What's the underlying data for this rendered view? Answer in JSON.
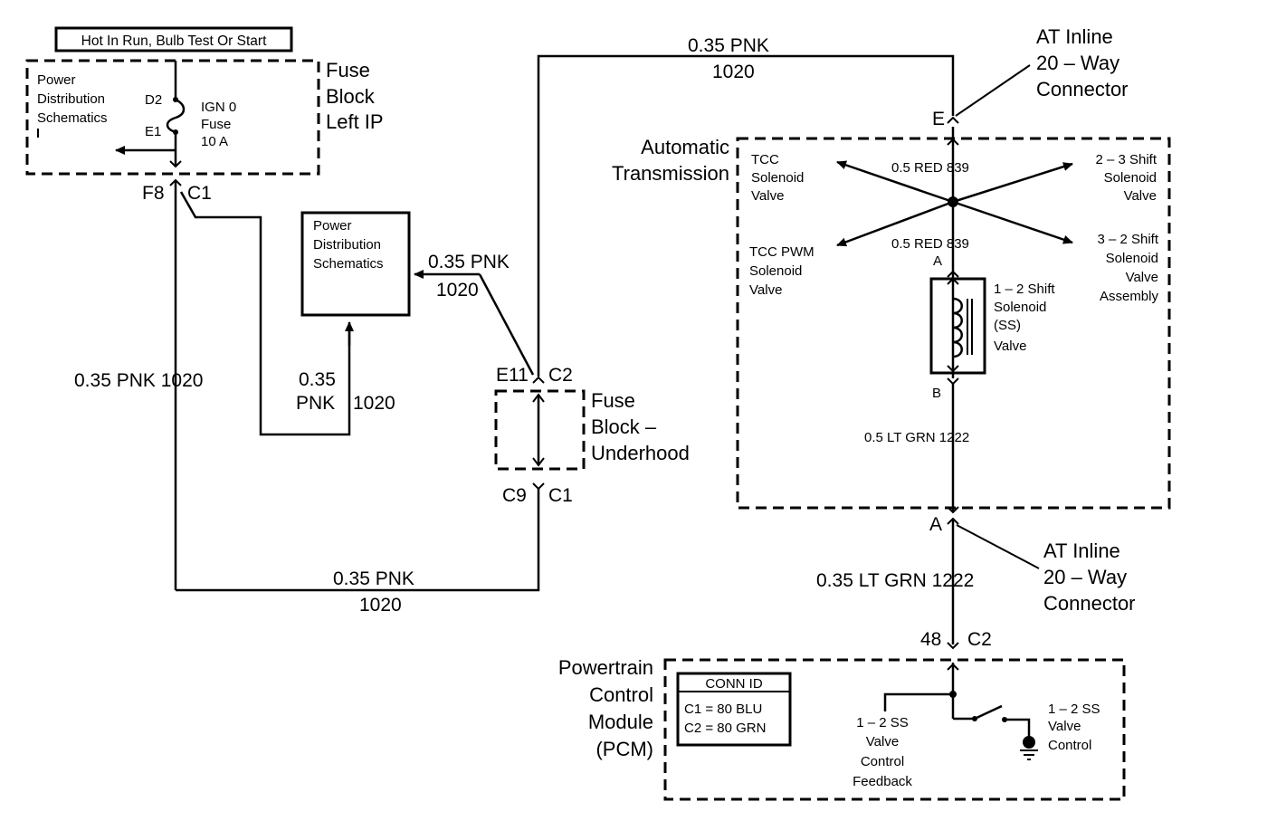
{
  "power_note": "Hot In Run, Bulb Test Or Start",
  "fuse_block_left_ip": {
    "title_lines": [
      "Fuse",
      "Block",
      "Left IP"
    ],
    "pds_lines": [
      "Power",
      "Distribution",
      "Schematics"
    ],
    "pin_d2": "D2",
    "pin_e1": "E1",
    "fuse_lines": [
      "IGN 0",
      "Fuse",
      "10 A"
    ],
    "conn_pin": "F8",
    "conn_name": "C1"
  },
  "pds_box_lines": [
    "Power",
    "Distribution",
    "Schematics"
  ],
  "fuse_block_underhood": {
    "title_lines": [
      "Fuse",
      "Block –",
      "Underhood"
    ],
    "top_pin": "E11",
    "top_conn": "C2",
    "bottom_pin": "C9",
    "bottom_conn": "C1"
  },
  "wires": {
    "top_size": "0.35 PNK",
    "top_circuit": "1020",
    "mid_size": "0.35 PNK",
    "mid_circuit": "1020",
    "left_vertical": "0.35 PNK 1020",
    "inner_size": "0.35",
    "inner_size2": "PNK",
    "inner_circuit": "1020",
    "bottom_size": "0.35 PNK",
    "bottom_circuit": "1020",
    "red_top": "0.5 RED 839",
    "red_bottom": "0.5 RED 839",
    "lt_grn_inner": "0.5 LT GRN 1222",
    "lt_grn_outer": "0.35 LT GRN 1222"
  },
  "at_inline_top": {
    "lines": [
      "AT Inline",
      "20 – Way",
      "Connector"
    ],
    "pin": "E"
  },
  "at_inline_bottom": {
    "lines": [
      "AT Inline",
      "20 – Way",
      "Connector"
    ],
    "pin": "A"
  },
  "automatic_transmission": {
    "title_lines": [
      "Automatic",
      "Transmission"
    ],
    "tcc_solenoid": [
      "TCC",
      "Solenoid",
      "Valve"
    ],
    "tcc_pwm": [
      "TCC PWM",
      "Solenoid",
      "Valve"
    ],
    "shift_23": [
      "2 – 3 Shift",
      "Solenoid",
      "Valve"
    ],
    "shift_32": [
      "3 – 2 Shift",
      "Solenoid",
      "Valve",
      "Assembly"
    ],
    "shift_12": [
      "1 – 2 Shift",
      "Solenoid",
      "(SS)",
      "Valve"
    ],
    "pin_a": "A",
    "pin_b": "B"
  },
  "pcm": {
    "title_lines": [
      "Powertrain",
      "Control",
      "Module",
      "(PCM)"
    ],
    "conn_pin": "48",
    "conn_name": "C2",
    "conn_id_header": "CONN ID",
    "conn_id_rows": [
      "C1  =  80 BLU",
      "C2  =  80 GRN"
    ],
    "feedback_lines": [
      "1 – 2 SS",
      "Valve",
      "Control",
      "Feedback"
    ],
    "control_lines": [
      "1 – 2 SS",
      "Valve",
      "Control"
    ]
  }
}
